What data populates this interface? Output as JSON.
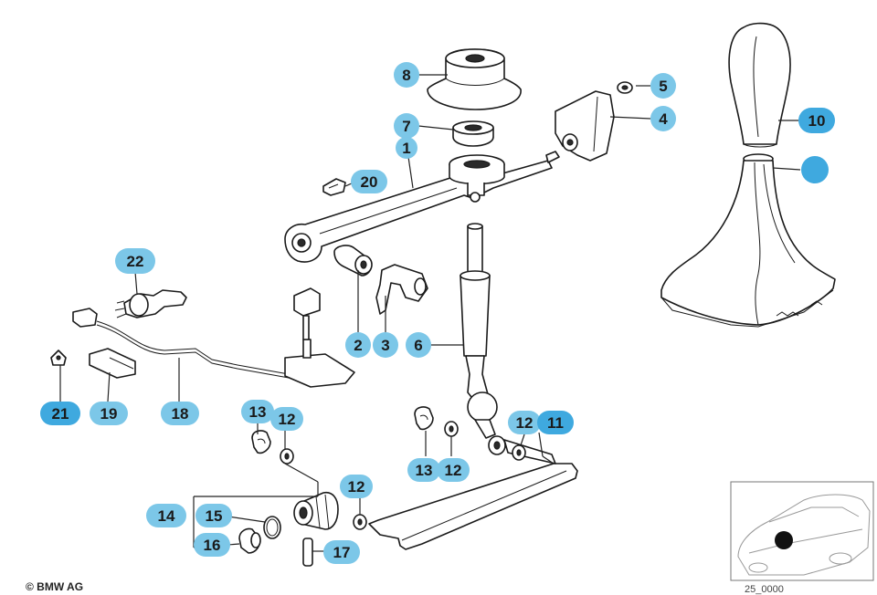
{
  "colors": {
    "callout_fill": "#7cc7e8",
    "callout_fill_highlight": "#3fa9df",
    "line": "#1a1a1a"
  },
  "callouts": {
    "c1": "1",
    "c2": "2",
    "c3": "3",
    "c4": "4",
    "c5": "5",
    "c6": "6",
    "c7": "7",
    "c8": "8",
    "c10": "10",
    "c11": "11",
    "c12a": "12",
    "c12b": "12",
    "c12c": "12",
    "c12d": "12",
    "c13a": "13",
    "c13b": "13",
    "c14": "14",
    "c15": "15",
    "c16": "16",
    "c17": "17",
    "c18": "18",
    "c19": "19",
    "c20": "20",
    "c21": "21",
    "c22": "22",
    "c_blank": ""
  },
  "footer": {
    "copyright": "© BMW AG"
  },
  "inset": {
    "code": "25_0000"
  }
}
